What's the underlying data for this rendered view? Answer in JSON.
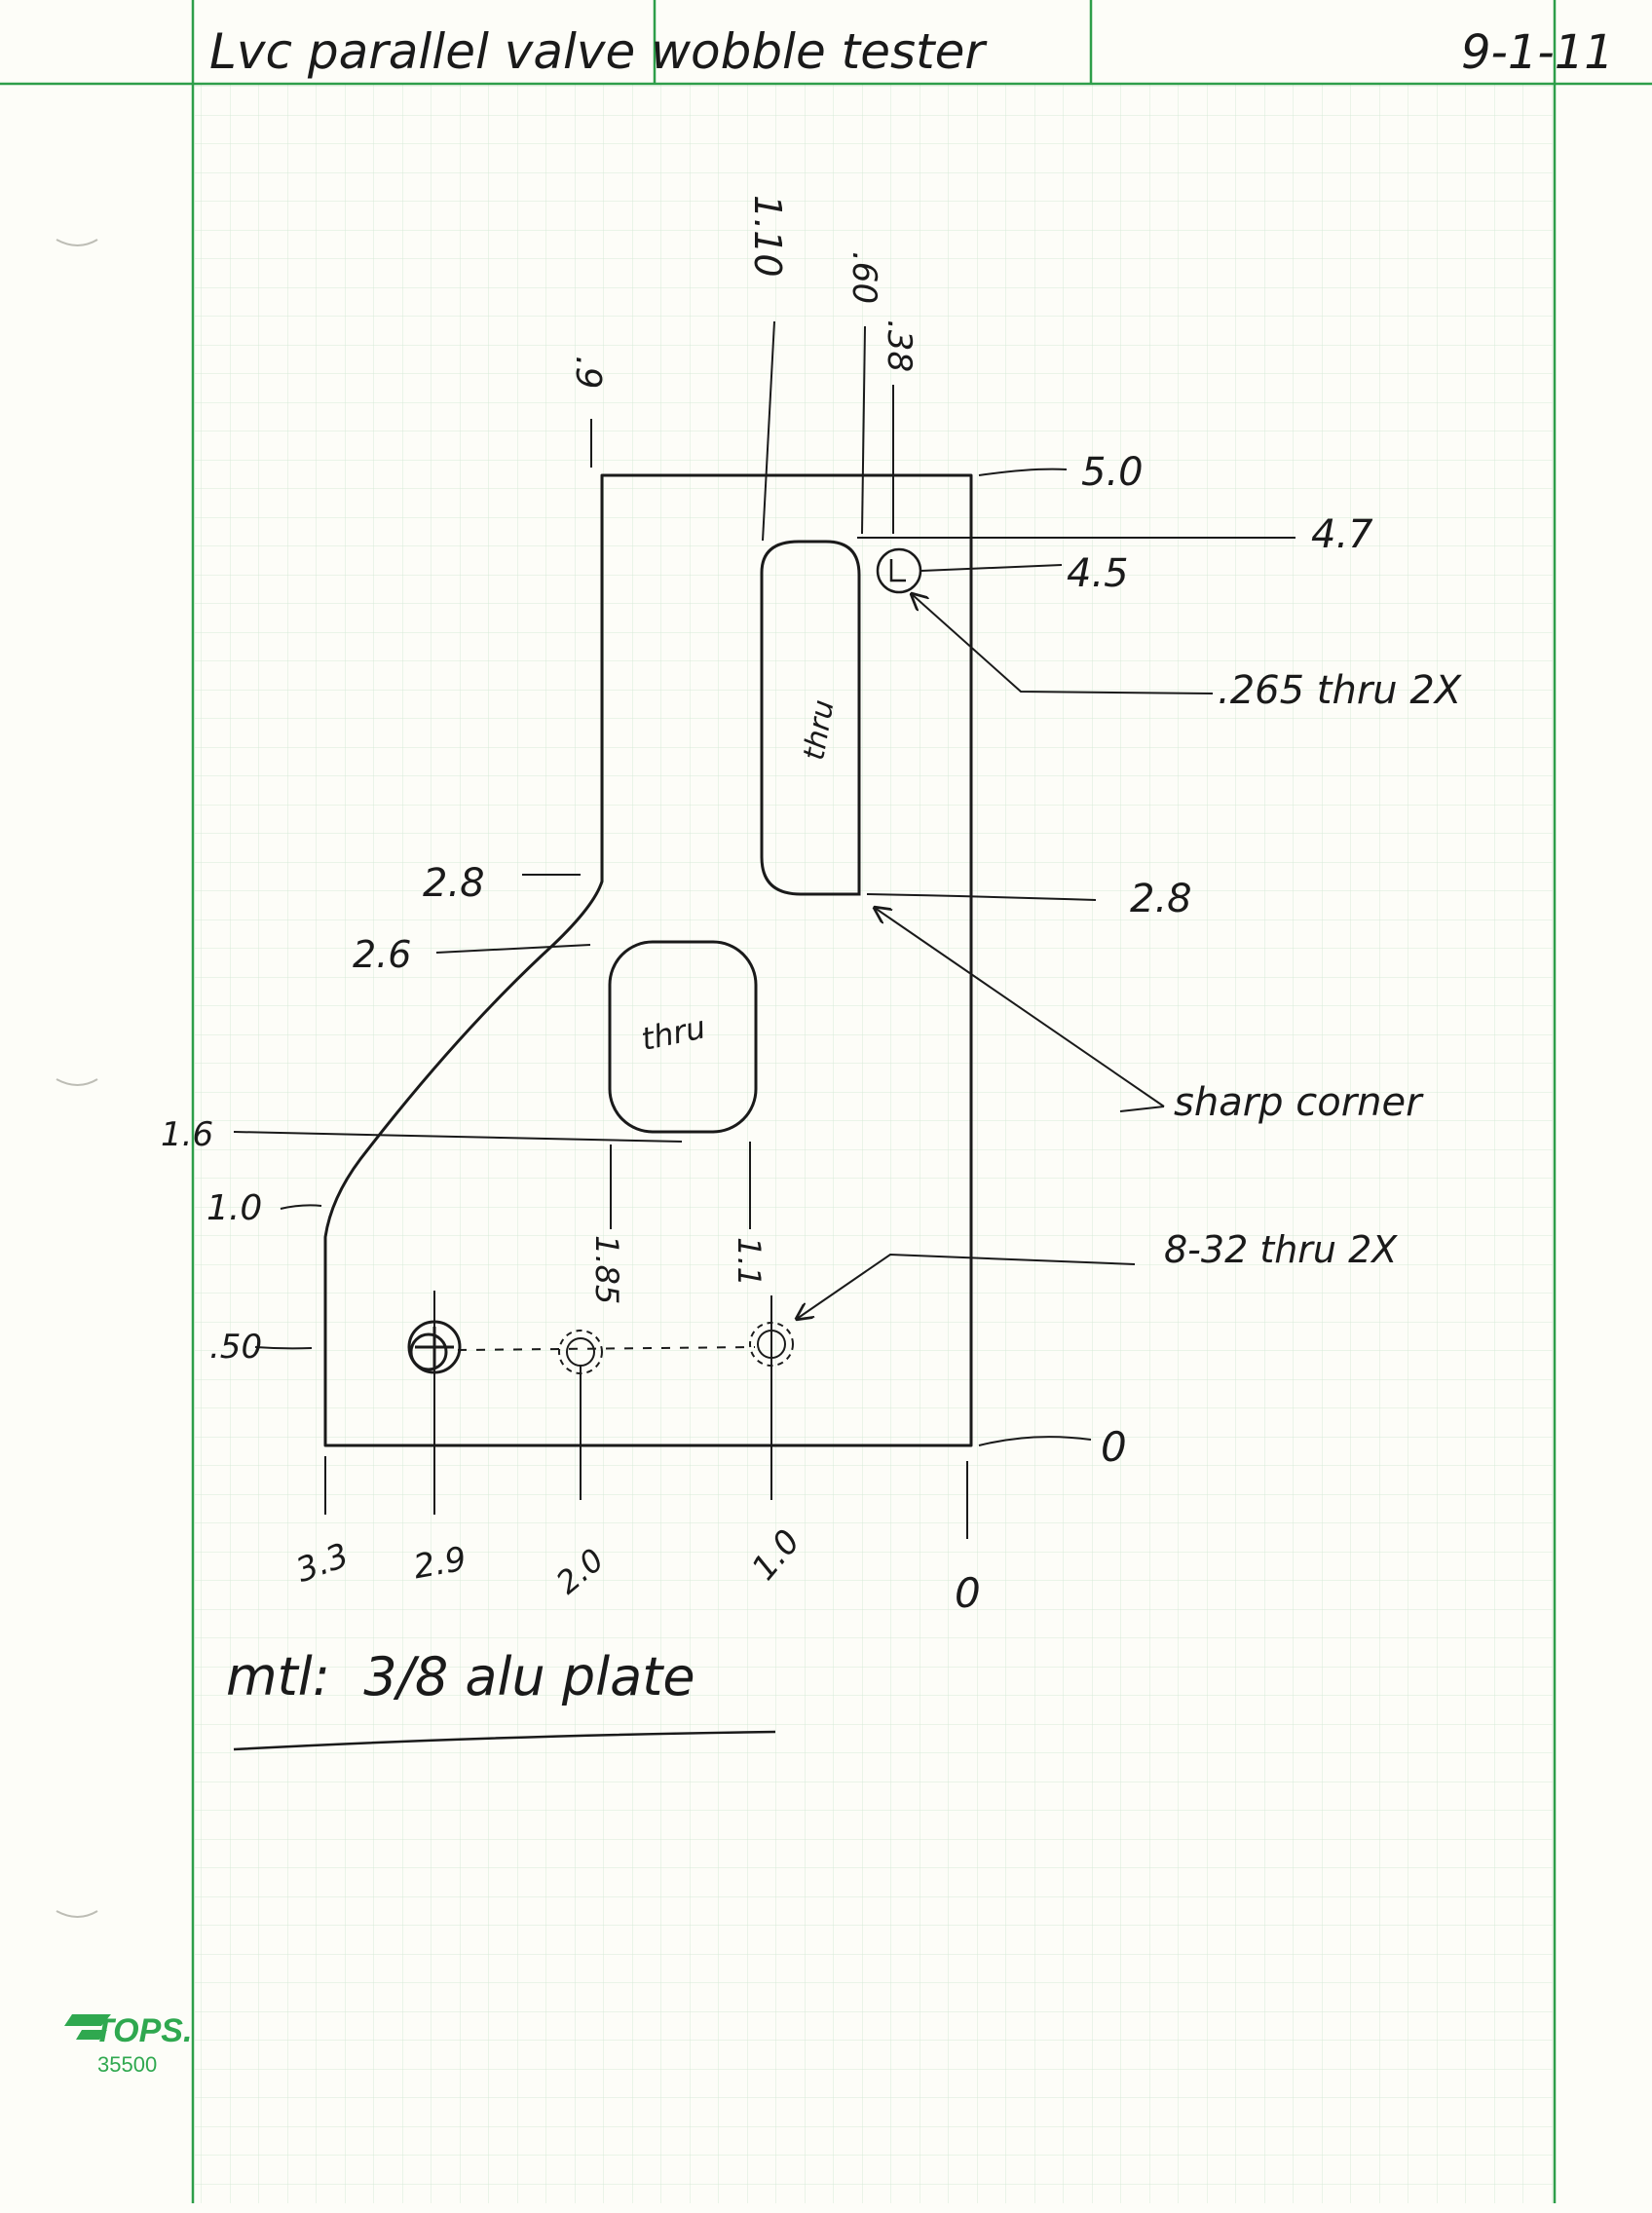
{
  "header": {
    "title": "Lvc parallel valve wobble tester",
    "initials": "",
    "date": "9-1-11"
  },
  "colors": {
    "grid": "#cfe8d2",
    "rule": "#2e9e4a",
    "ink": "#1a1a1a",
    "paper": "#fdfdf8",
    "brand": "#2fa84f"
  },
  "drawing": {
    "top_dims": [
      ".9",
      "1.10",
      ".60",
      ".38"
    ],
    "right_dims": [
      "5.0",
      "4.7",
      "4.5",
      "2.8",
      "0"
    ],
    "left_dims": [
      "2.8",
      "2.6",
      "1.6",
      "1.0",
      ".50"
    ],
    "inner_dims": [
      "1.85",
      "1.1"
    ],
    "bottom_dims": [
      "3.3",
      "2.9",
      "2.0",
      "1.0",
      "0"
    ],
    "cutout_labels": [
      "thru",
      "thru"
    ],
    "notes": {
      "large_hole": ".265 thru 2X",
      "sharp_corner": "sharp corner",
      "small_hole": "8-32 thru 2X"
    },
    "material": "mtl:  3/8 alu plate"
  },
  "footer": {
    "brand": "TOPS.",
    "product_number": "35500"
  }
}
